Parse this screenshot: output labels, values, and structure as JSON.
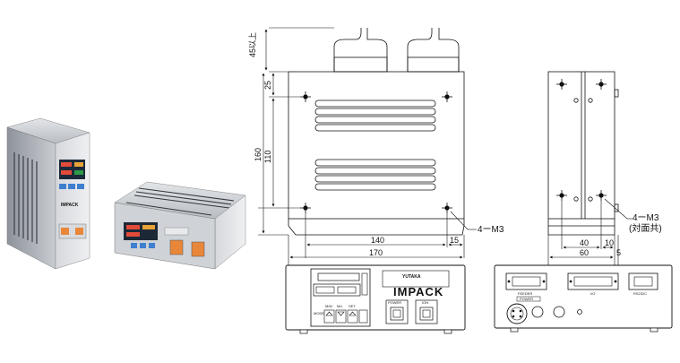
{
  "dimensions": {
    "clearance_top": "45以上",
    "depth_upper": "25",
    "height_outer": "160",
    "height_inner": "110",
    "width_holes": "140",
    "offset_right": "15",
    "width_total": "170",
    "side_depth_holes": "40",
    "side_offset": "10",
    "side_depth_total": "60",
    "side_back_offset": "5"
  },
  "callouts": {
    "front_screw": "4ーM3",
    "side_screw": "4ーM3",
    "side_screw_note": "(対面共)"
  },
  "front_panel": {
    "brand": "YUTAKA",
    "product_logo": "IMPACK",
    "power_label": "POWER",
    "ion_label": "ION",
    "key_labels": [
      "M/M",
      "M/L",
      "SET"
    ],
    "mode_label": "MODE"
  },
  "rear_panel": {
    "connector_left": "FEEDER",
    "connector_center": "I/O",
    "connector_right": "RS232C",
    "power_label": "POWER"
  },
  "photo": {
    "unit_logo": "IMPACK"
  }
}
